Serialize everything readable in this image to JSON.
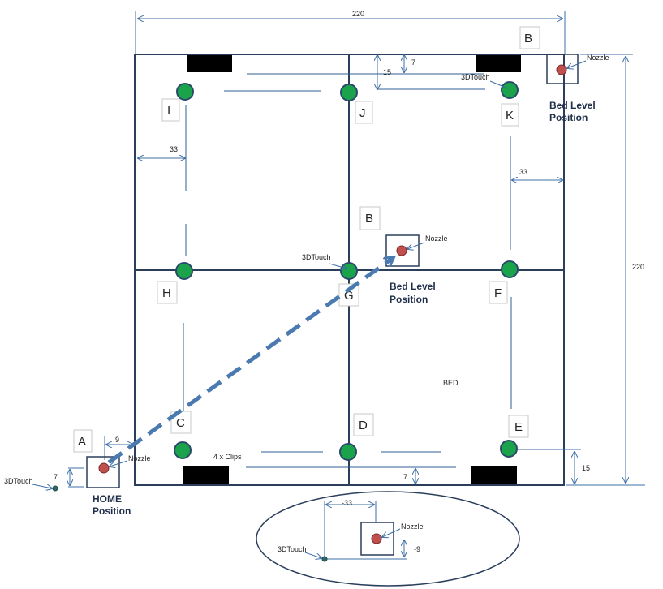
{
  "dimensions": {
    "width_top": "220",
    "height_right": "220",
    "dim_7_top": "7",
    "dim_15_top": "15",
    "dim_33_left": "33",
    "dim_33_right": "33",
    "dim_9_home": "9",
    "dim_7_home": "7",
    "dim_7_bottom": "7",
    "dim_15_right": "15",
    "inset_x": "-33",
    "inset_y": "-9"
  },
  "points": [
    {
      "id": "I",
      "label": "I"
    },
    {
      "id": "J",
      "label": "J"
    },
    {
      "id": "K",
      "label": "K"
    },
    {
      "id": "H",
      "label": "H"
    },
    {
      "id": "G",
      "label": "G"
    },
    {
      "id": "F",
      "label": "F"
    },
    {
      "id": "C",
      "label": "C"
    },
    {
      "id": "D",
      "label": "D"
    },
    {
      "id": "E",
      "label": "E"
    }
  ],
  "positions": {
    "A": "A",
    "B_top": "B",
    "B_mid": "B"
  },
  "text": {
    "nozzle": "Nozzle",
    "probe": "3DTouch",
    "bed": "BED",
    "clips": "4 x Clips",
    "bed_level_1": "Bed Level",
    "bed_level_2": "Position",
    "home_1": "HOME",
    "home_2": "Position"
  },
  "colors": {
    "bed_fill": "#f2f2f2",
    "point_green": "#1aa34a",
    "nozzle_red": "#c0504d",
    "path_blue": "#4a7ab0"
  }
}
